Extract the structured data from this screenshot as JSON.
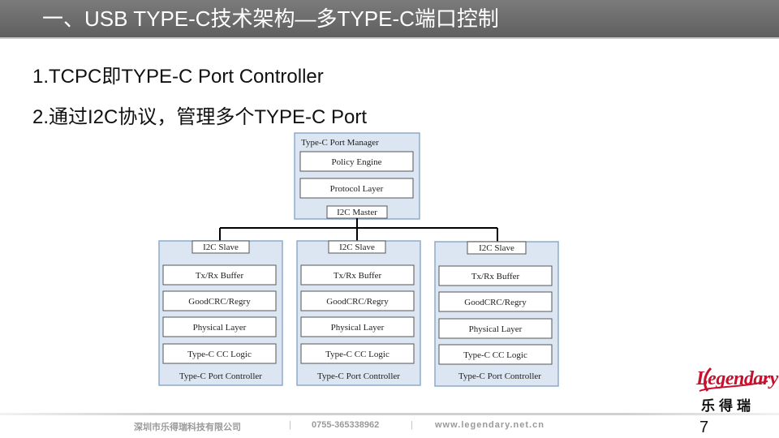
{
  "slide": {
    "title": "一、USB TYPE-C技术架构—多TYPE-C端口控制",
    "bullets": [
      "1.TCPC即TYPE-C Port Controller",
      "2.通过I2C协议，管理多个TYPE-C Port"
    ],
    "page_number": "7"
  },
  "diagram": {
    "manager": {
      "title": "Type-C Port Manager",
      "blocks": [
        "Policy Engine",
        "Protocol Layer"
      ],
      "master_label": "I2C Master"
    },
    "controllers": [
      {
        "slave_label": "I2C Slave",
        "blocks": [
          "Tx/Rx Buffer",
          "GoodCRC/Regry",
          "Physical Layer",
          "Type-C CC Logic"
        ],
        "footer": "Type-C Port Controller"
      },
      {
        "slave_label": "I2C Slave",
        "blocks": [
          "Tx/Rx Buffer",
          "GoodCRC/Regry",
          "Physical Layer",
          "Type-C CC Logic"
        ],
        "footer": "Type-C Port Controller"
      },
      {
        "slave_label": "I2C Slave",
        "blocks": [
          "Tx/Rx Buffer",
          "GoodCRC/Regry",
          "Physical Layer",
          "Type-C CC Logic"
        ],
        "footer": "Type-C Port Controller"
      }
    ],
    "colors": {
      "container_fill": "#dce6f2",
      "container_stroke": "#8eaacb",
      "block_fill": "#ffffff",
      "block_stroke": "#555555",
      "line": "#000000"
    }
  },
  "logo": {
    "script_text": "Legendary",
    "chinese_text": "乐得瑞",
    "brand_color": "#c8102e"
  },
  "footer": {
    "company": "深圳市乐得瑞科技有限公司",
    "separator": "|",
    "phone": "0755-365338962",
    "url": "www.legendary.net.cn"
  }
}
